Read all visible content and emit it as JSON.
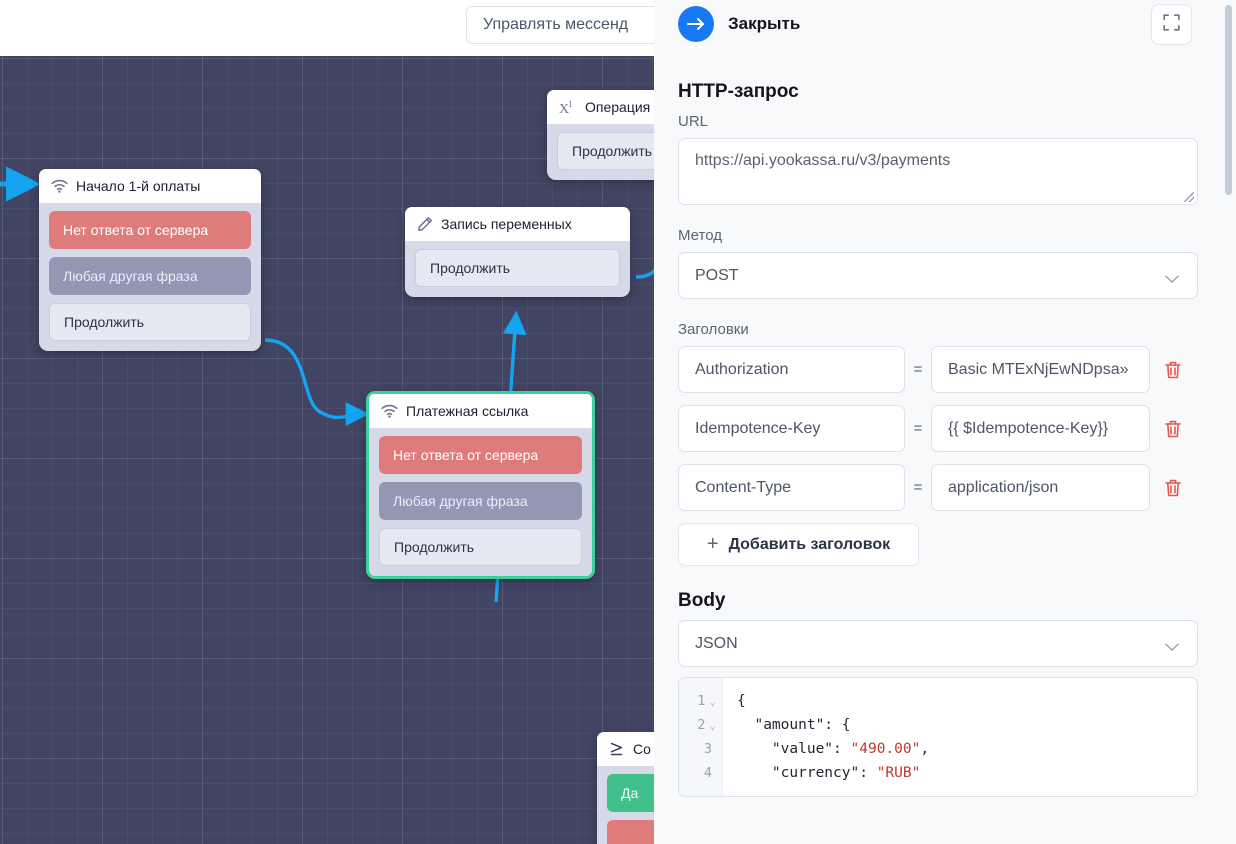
{
  "topbar": {
    "manage_messengers_label": "Управлять мессенд"
  },
  "canvas": {
    "nodes": [
      {
        "title": "Начало 1-й оплаты",
        "icon": "wifi-icon",
        "ports": [
          {
            "label": "Нет ответа от сервера",
            "kind": "err"
          },
          {
            "label": "Любая другая фраза",
            "kind": "any"
          },
          {
            "label": "Продолжить",
            "kind": "cont"
          }
        ]
      },
      {
        "title": "Операция",
        "icon": "variable-x1-icon",
        "ports": [
          {
            "label": "Продолжить",
            "kind": "cont"
          }
        ]
      },
      {
        "title": "Запись переменных",
        "icon": "pencil-icon",
        "ports": [
          {
            "label": "Продолжить",
            "kind": "cont"
          }
        ]
      },
      {
        "title": "Платежная ссылка",
        "icon": "wifi-icon",
        "selected": true,
        "ports": [
          {
            "label": "Нет ответа от сервера",
            "kind": "err"
          },
          {
            "label": "Любая другая фраза",
            "kind": "any"
          },
          {
            "label": "Продолжить",
            "kind": "cont"
          }
        ]
      },
      {
        "title": "Сo",
        "icon": "greater-equal-icon",
        "ports": [
          {
            "label": "Да",
            "kind": "yes"
          },
          {
            "label": "",
            "kind": "err"
          }
        ]
      }
    ],
    "edge_color": "#15a5f0",
    "selection_color": "#3ecf9a"
  },
  "panel": {
    "close_label": "Закрыть",
    "fullscreen_icon": "fullscreen-icon",
    "section_title": "HTTP-запрос",
    "url": {
      "label": "URL",
      "value": "https://api.yookassa.ru/v3/payments"
    },
    "method": {
      "label": "Метод",
      "value": "POST"
    },
    "headers": {
      "label": "Заголовки",
      "equals": "=",
      "rows": [
        {
          "key": "Authorization",
          "value": "Basic MTExNjEwNDpsa»"
        },
        {
          "key": "Idempotence-Key",
          "value": "{{ $Idempotence-Key}}"
        },
        {
          "key": "Content-Type",
          "value": "application/json"
        }
      ],
      "add_label": "Добавить заголовок",
      "add_icon": "plus-icon",
      "delete_icon": "trash-icon"
    },
    "body": {
      "label": "Body",
      "format": "JSON",
      "code_lines": [
        {
          "num": "1",
          "fold": "⌄",
          "segments": [
            {
              "t": "{",
              "c": "plain"
            }
          ]
        },
        {
          "num": "2",
          "fold": "⌄",
          "segments": [
            {
              "t": "  \"amount\": {",
              "c": "plain"
            }
          ]
        },
        {
          "num": "3",
          "fold": "",
          "segments": [
            {
              "t": "    \"value\": ",
              "c": "plain"
            },
            {
              "t": "\"490.00\"",
              "c": "str"
            },
            {
              "t": ",",
              "c": "plain"
            }
          ]
        },
        {
          "num": "4",
          "fold": "",
          "segments": [
            {
              "t": "    \"currency\": ",
              "c": "plain"
            },
            {
              "t": "\"RUB\"",
              "c": "str"
            }
          ]
        }
      ]
    }
  }
}
